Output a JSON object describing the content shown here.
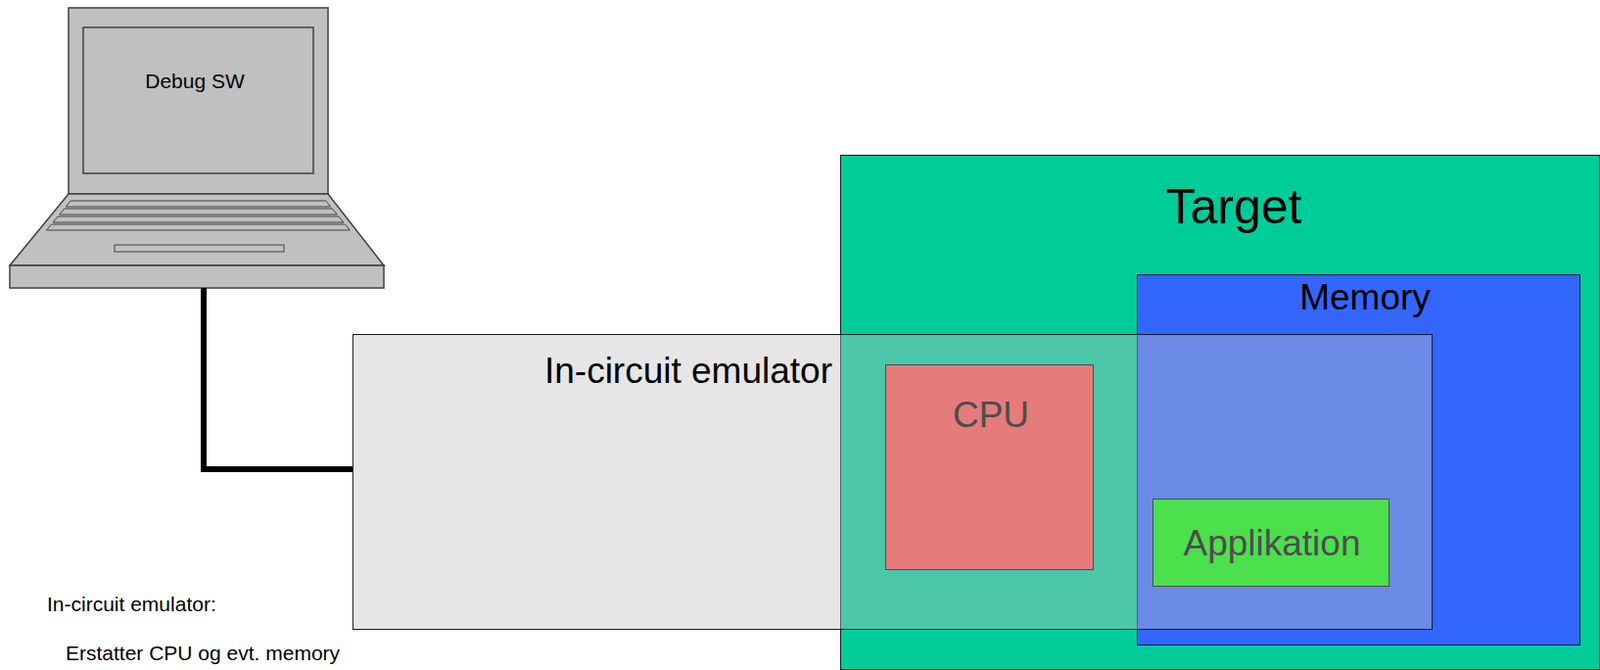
{
  "diagram": {
    "nodes": [
      {
        "text": [
          "Debug SW"
        ]
      },
      {
        "text": [
          "Target"
        ]
      },
      {
        "text": [
          "Memory"
        ],
        "in": 1
      },
      {
        "text": [
          "In-circuit emulator"
        ]
      },
      {
        "text": [
          "CPU"
        ],
        "in": 1
      },
      {
        "text": [
          "Applikation"
        ],
        "in": 2
      }
    ],
    "edges": [
      {
        "from": 0,
        "to": 3,
        "arrow": "none"
      }
    ],
    "labels": [
      "In-circuit emulator:",
      "Erstatter CPU og evt. memory"
    ]
  }
}
